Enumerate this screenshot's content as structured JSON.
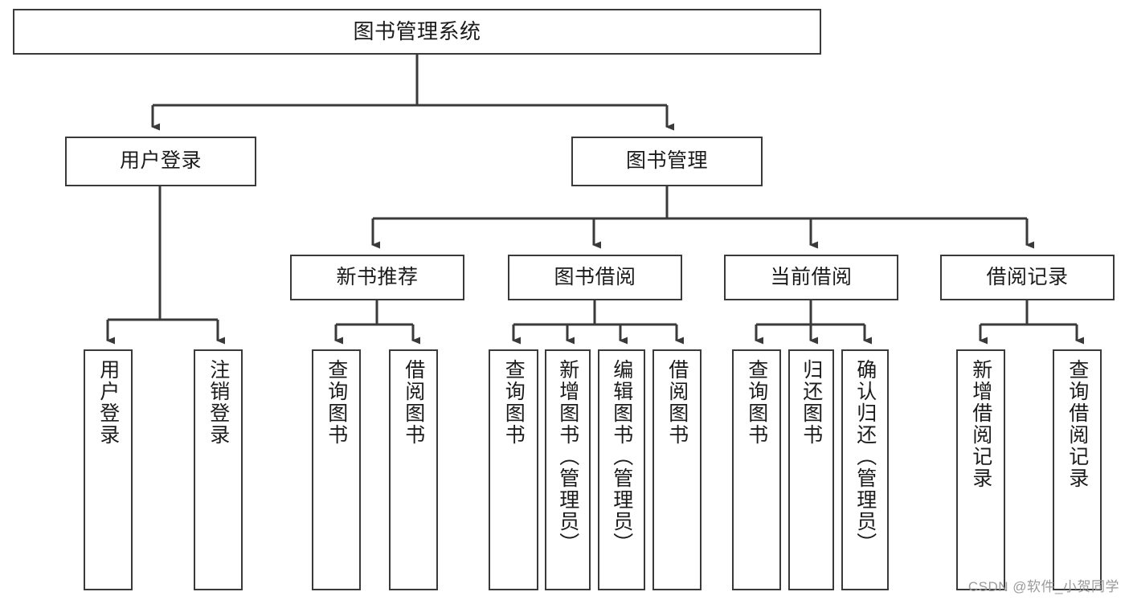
{
  "diagram": {
    "type": "tree-hierarchy",
    "title": "图书管理系统",
    "watermark": "CSDN @软件_小贺同学",
    "colors": {
      "box_border": "#3a3a3a",
      "box_fill": "#ffffff",
      "connector": "#3a3a3a",
      "text": "#1b1b1b",
      "watermark": "#9a9a9a"
    },
    "levels": {
      "level1": [
        {
          "id": "root",
          "label": "图书管理系统",
          "orientation": "horizontal"
        }
      ],
      "level2": [
        {
          "id": "user-login",
          "label": "用户登录",
          "orientation": "horizontal"
        },
        {
          "id": "book-manage",
          "label": "图书管理",
          "orientation": "horizontal"
        }
      ],
      "level3": [
        {
          "id": "new-book-recommend",
          "label": "新书推荐",
          "orientation": "horizontal",
          "parent": "book-manage"
        },
        {
          "id": "book-borrow",
          "label": "图书借阅",
          "orientation": "horizontal",
          "parent": "book-manage"
        },
        {
          "id": "current-borrow",
          "label": "当前借阅",
          "orientation": "horizontal",
          "parent": "book-manage"
        },
        {
          "id": "borrow-record",
          "label": "借阅记录",
          "orientation": "horizontal",
          "parent": "book-manage"
        }
      ],
      "level4": [
        {
          "id": "leaf-user-login",
          "label": "用户登录",
          "orientation": "vertical",
          "parent": "user-login"
        },
        {
          "id": "leaf-logout",
          "label": "注销登录",
          "orientation": "vertical",
          "parent": "user-login"
        },
        {
          "id": "leaf-query-book-1",
          "label": "查询图书",
          "orientation": "vertical",
          "parent": "new-book-recommend"
        },
        {
          "id": "leaf-borrow-book-1",
          "label": "借阅图书",
          "orientation": "vertical",
          "parent": "new-book-recommend"
        },
        {
          "id": "leaf-query-book-2",
          "label": "查询图书",
          "orientation": "vertical",
          "parent": "book-borrow"
        },
        {
          "id": "leaf-add-book",
          "label": "新增图书（管理员）",
          "orientation": "vertical",
          "parent": "book-borrow"
        },
        {
          "id": "leaf-edit-book",
          "label": "编辑图书（管理员）",
          "orientation": "vertical",
          "parent": "book-borrow"
        },
        {
          "id": "leaf-borrow-book-2",
          "label": "借阅图书",
          "orientation": "vertical",
          "parent": "book-borrow"
        },
        {
          "id": "leaf-query-book-3",
          "label": "查询图书",
          "orientation": "vertical",
          "parent": "current-borrow"
        },
        {
          "id": "leaf-return-book",
          "label": "归还图书",
          "orientation": "vertical",
          "parent": "current-borrow"
        },
        {
          "id": "leaf-confirm-return",
          "label": "确认归还（管理员）",
          "orientation": "vertical",
          "parent": "current-borrow"
        },
        {
          "id": "leaf-add-record",
          "label": "新增借阅记录",
          "orientation": "vertical",
          "parent": "borrow-record"
        },
        {
          "id": "leaf-query-record",
          "label": "查询借阅记录",
          "orientation": "vertical",
          "parent": "borrow-record"
        }
      ]
    }
  }
}
